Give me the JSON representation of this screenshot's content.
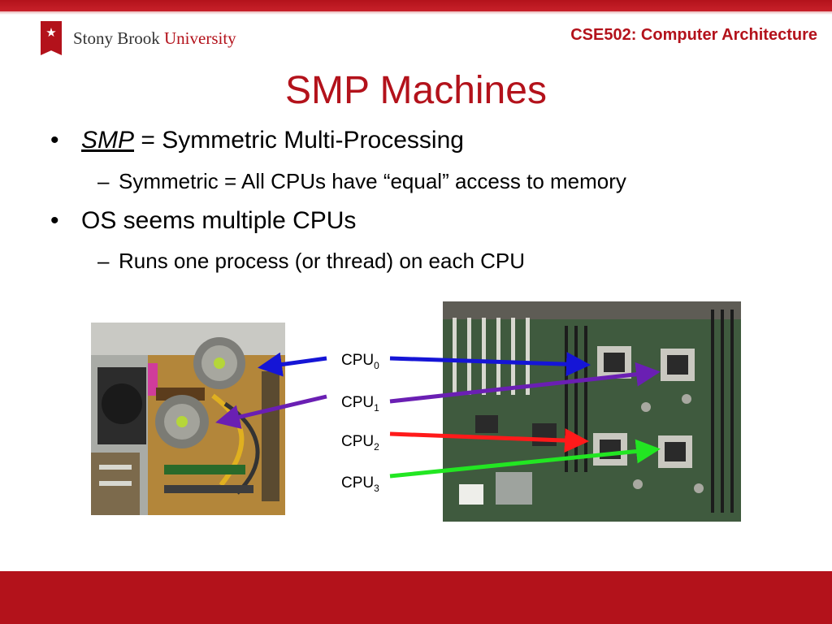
{
  "header": {
    "logo": {
      "name": "Stony Brook",
      "name_suffix": "University"
    },
    "course_title": "CSE502: Computer Architecture"
  },
  "slide": {
    "title": "SMP Machines",
    "bullets": [
      {
        "prefix": "SMP",
        "text": " = Symmetric Multi-Processing",
        "sub": "Symmetric = All CPUs have “equal” access to memory"
      },
      {
        "text": "OS seems multiple CPUs",
        "sub": "Runs one process (or thread) on each CPU"
      }
    ],
    "bullet_glyph": "•",
    "sub_glyph": "–"
  },
  "cpu_labels": [
    {
      "base": "CPU",
      "sub": "0"
    },
    {
      "base": "CPU",
      "sub": "1"
    },
    {
      "base": "CPU",
      "sub": "2"
    },
    {
      "base": "CPU",
      "sub": "3"
    }
  ],
  "arrow_colors": [
    "#1515d6",
    "#6a1fb3",
    "#ff1a1a",
    "#22e622"
  ],
  "theme": {
    "accent": "#b3121b"
  }
}
